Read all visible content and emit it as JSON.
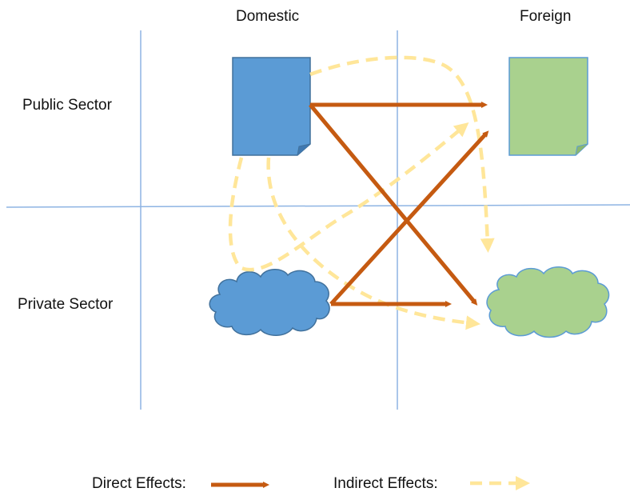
{
  "columns": {
    "domestic": "Domestic",
    "foreign": "Foreign"
  },
  "rows": {
    "public": "Public Sector",
    "private": "Private Sector"
  },
  "legend": {
    "direct": "Direct Effects:",
    "indirect": "Indirect Effects:"
  },
  "colors": {
    "gridline": "#8eb4e3",
    "domestic_fill": "#5b9bd5",
    "domestic_stroke": "#41719c",
    "foreign_fill": "#a9d18e",
    "foreign_stroke": "#5b9bd5",
    "direct_arrow": "#c55a11",
    "indirect_arrow": "#ffe699"
  },
  "shapes": {
    "domestic_public": "document-icon",
    "foreign_public": "document-icon",
    "domestic_private": "cloud-icon",
    "foreign_private": "cloud-icon"
  },
  "direct_effects": [
    {
      "from": "Domestic Public Sector",
      "to": "Foreign Public Sector"
    },
    {
      "from": "Domestic Public Sector",
      "to": "Foreign Private Sector"
    },
    {
      "from": "Domestic Private Sector",
      "to": "Foreign Public Sector"
    },
    {
      "from": "Domestic Private Sector",
      "to": "Foreign Private Sector"
    }
  ],
  "indirect_effects": [
    {
      "from": "Domestic Public Sector",
      "to": "Foreign Private Sector",
      "via": "upper loop"
    },
    {
      "from": "Domestic Public Sector",
      "to": "Foreign Public Sector",
      "via": "Domestic Private Sector"
    },
    {
      "from": "Domestic Public Sector",
      "to": "Foreign Private Sector",
      "via": "lower curve"
    }
  ]
}
